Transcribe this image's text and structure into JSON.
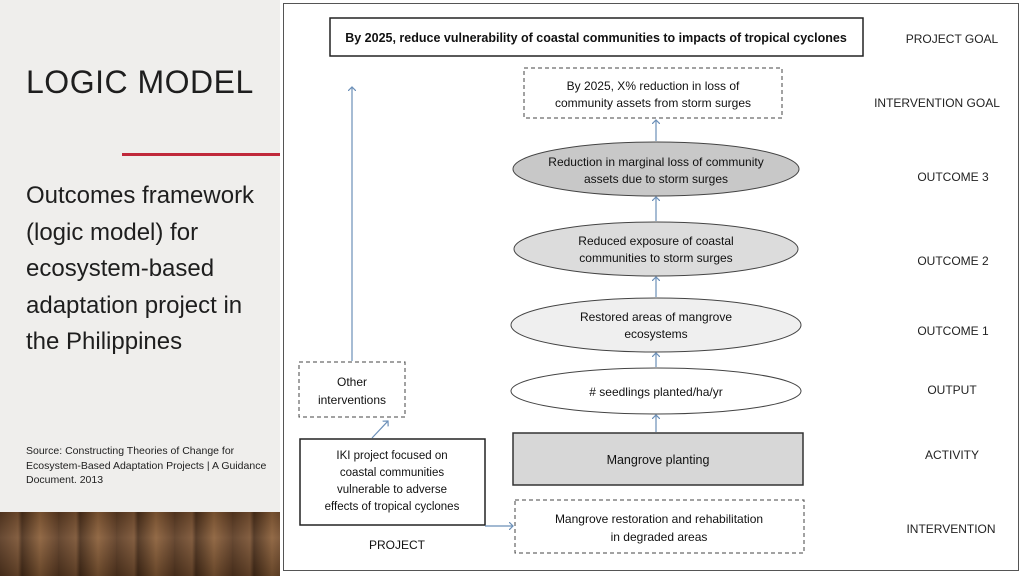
{
  "slide": {
    "title": "LOGIC MODEL",
    "subtitle": "Outcomes framework (logic model) for ecosystem-based adaptation project in the Philippines",
    "source": "Source: Constructing Theories of Change for Ecosystem-Based Adaptation Projects | A Guidance Document. 2013",
    "accent_color": "#c0283a"
  },
  "diagram": {
    "nodes": {
      "goal": "By 2025, reduce vulnerability of coastal communities to impacts of tropical cyclones",
      "intervention_goal": [
        "By 2025, X% reduction in loss of",
        "community assets from storm surges"
      ],
      "outcome3": [
        "Reduction in marginal loss of community",
        "assets due to storm surges"
      ],
      "outcome2": [
        "Reduced exposure of coastal",
        "communities to storm surges"
      ],
      "outcome1": [
        "Restored areas of mangrove",
        "ecosystems"
      ],
      "output": "# seedlings planted/ha/yr",
      "activity": "Mangrove planting",
      "intervention": [
        "Mangrove restoration and rehabilitation",
        "in degraded areas"
      ],
      "other": [
        "Other",
        "interventions"
      ],
      "iki": [
        "IKI project focused on",
        "coastal communities",
        "vulnerable to adverse",
        "effects of tropical cyclones"
      ],
      "project": "PROJECT"
    },
    "levels": {
      "project_goal": "PROJECT GOAL",
      "intervention_goal": "INTERVENTION GOAL",
      "outcome3": "OUTCOME 3",
      "outcome2": "OUTCOME 2",
      "outcome1": "OUTCOME 1",
      "output": "OUTPUT",
      "activity": "ACTIVITY",
      "intervention": "INTERVENTION"
    },
    "colors": {
      "arrow": "#6b8fb8",
      "outcome3_fill": "#c8c8c8",
      "outcome2_fill": "#dcdcdc",
      "outcome1_fill": "#efefef",
      "activity_fill": "#d7d7d7"
    }
  }
}
